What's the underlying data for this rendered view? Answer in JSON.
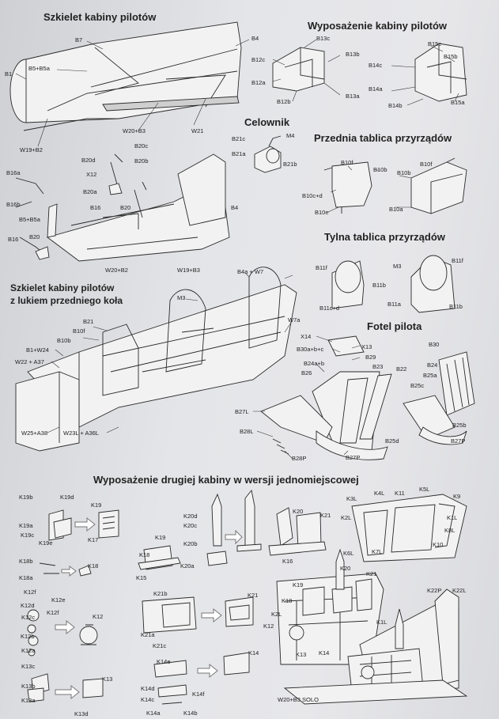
{
  "sections": {
    "s1": "Szkielet kabiny pilotów",
    "s2": "Wyposażenie kabiny pilotów",
    "s3": "Celownik",
    "s4": "Przednia tablica przyrządów",
    "s5": "Tylna tablica przyrządów",
    "s6a": "Szkielet kabiny pilotów",
    "s6b": "z lukiem przedniego koła",
    "s7": "Fotel pilota",
    "s8": "Wyposażenie drugiej kabiny w wersji jednomiejscowej"
  },
  "labels": {
    "b7": "B7",
    "b4a": "B4",
    "b1": "B1",
    "b5b5a": "B5+B5a",
    "w20b3": "W20+B3",
    "w21": "W21",
    "w19b2": "W19+B2",
    "b13c": "B13c",
    "b13b": "B13b",
    "b12c": "B12c",
    "b12a": "B12a",
    "b12b": "B12b",
    "b13a": "B13a",
    "b15c": "B15c",
    "b15b": "B15b",
    "b14c": "B14c",
    "b14a": "B14a",
    "b14b": "B14b",
    "b15a": "B15a",
    "b21c": "B21c",
    "m4": "M4",
    "b21a": "B21a",
    "b21b": "B21b",
    "b20c": "B20c",
    "b20d": "B20d",
    "b20b": "B20b",
    "x12": "X12",
    "b20a": "B20a",
    "b16a": "B16a",
    "b16b": "B16b",
    "b5b5a2": "B5+B5a",
    "b16": "B16",
    "b20": "B20",
    "b4b": "B4",
    "b16c": "B16",
    "b20e": "B20",
    "w20b2": "W20+B2",
    "w19b3": "W19+B3",
    "b10f1": "B10f",
    "b10b1": "B10b",
    "b10cd": "B10c+d",
    "b10e": "B10e",
    "b10b2": "B10b",
    "b10f2": "B10f",
    "b10a": "B10a",
    "b11f1": "B11f",
    "b11b1": "B11b",
    "b11cd": "B11c+d",
    "m3a": "M3",
    "b11f2": "B11f",
    "b11a": "B11a",
    "b11b2": "B11b",
    "b4aw7": "B4a + W7",
    "m3b": "M3",
    "b21": "B21",
    "b10f3": "B10f",
    "b10b3": "B10b",
    "b1w24": "B1+W24",
    "w22a37": "W22 + A37",
    "w7a": "W7a",
    "w25a38": "W25+A38",
    "w23la36l": "W23L + A36L",
    "x14": "X14",
    "b30abc": "B30a+b+c",
    "x13": "X13",
    "b29": "B29",
    "b24ab": "B24a+b",
    "b26": "B26",
    "b23": "B23",
    "b22": "B22",
    "b27l": "B27L",
    "b28l": "B28L",
    "b28p": "B28P",
    "b27p": "B27P",
    "b30": "B30",
    "b24": "B24",
    "b25a": "B25a",
    "b25c": "B25c",
    "b25b": "B25b",
    "b25d": "B25d",
    "b27p2": "B27P",
    "k19b": "K19b",
    "k19d": "K19d",
    "k19a": "K19a",
    "k19c": "K19c",
    "k19e": "K19e",
    "k19": "K19",
    "k17": "K17",
    "k18b": "K18b",
    "k18a": "K18a",
    "k18": "K18",
    "k12f": "K12f",
    "k12e": "K12e",
    "k12d": "K12d",
    "k12c": "K12c",
    "k12f2": "K12f",
    "k12b": "K12b",
    "k12a": "K12a",
    "k12": "K12",
    "k13c": "K13c",
    "k13b": "K13b",
    "k13a": "K13a",
    "k13d": "K13d",
    "k13": "K13",
    "k20d": "K20d",
    "k20c": "K20c",
    "k20b": "K20b",
    "k20a": "K20a",
    "k20": "K20",
    "k21": "K21",
    "k16": "K16",
    "k19x": "K19",
    "k18x": "K18",
    "k15": "K15",
    "k21b": "K21b",
    "k21a": "K21a",
    "k21c": "K21c",
    "k21x": "K21",
    "k14e": "K14e",
    "k14d": "K14d",
    "k14c": "K14c",
    "k14a": "K14a",
    "k14b": "K14b",
    "k14f": "K14f",
    "k14": "K14",
    "k3l": "K3L",
    "k4l": "K4L",
    "k11": "K11",
    "k5l": "K5L",
    "k9": "K9",
    "k2l": "K2L",
    "k1l": "K1L",
    "k8l": "K8L",
    "k6l": "K6L",
    "k7l": "K7L",
    "k10": "K10",
    "k20y": "K20",
    "k21y": "K21",
    "k19y": "K19",
    "k18y": "K18",
    "k2ly": "K2L",
    "k12y": "K12",
    "k1ly": "K1L",
    "k13y": "K13",
    "k14y": "K14",
    "k22p": "K22P",
    "k22l": "K22L",
    "w20b3solo": "W20+B3 SOLO"
  }
}
